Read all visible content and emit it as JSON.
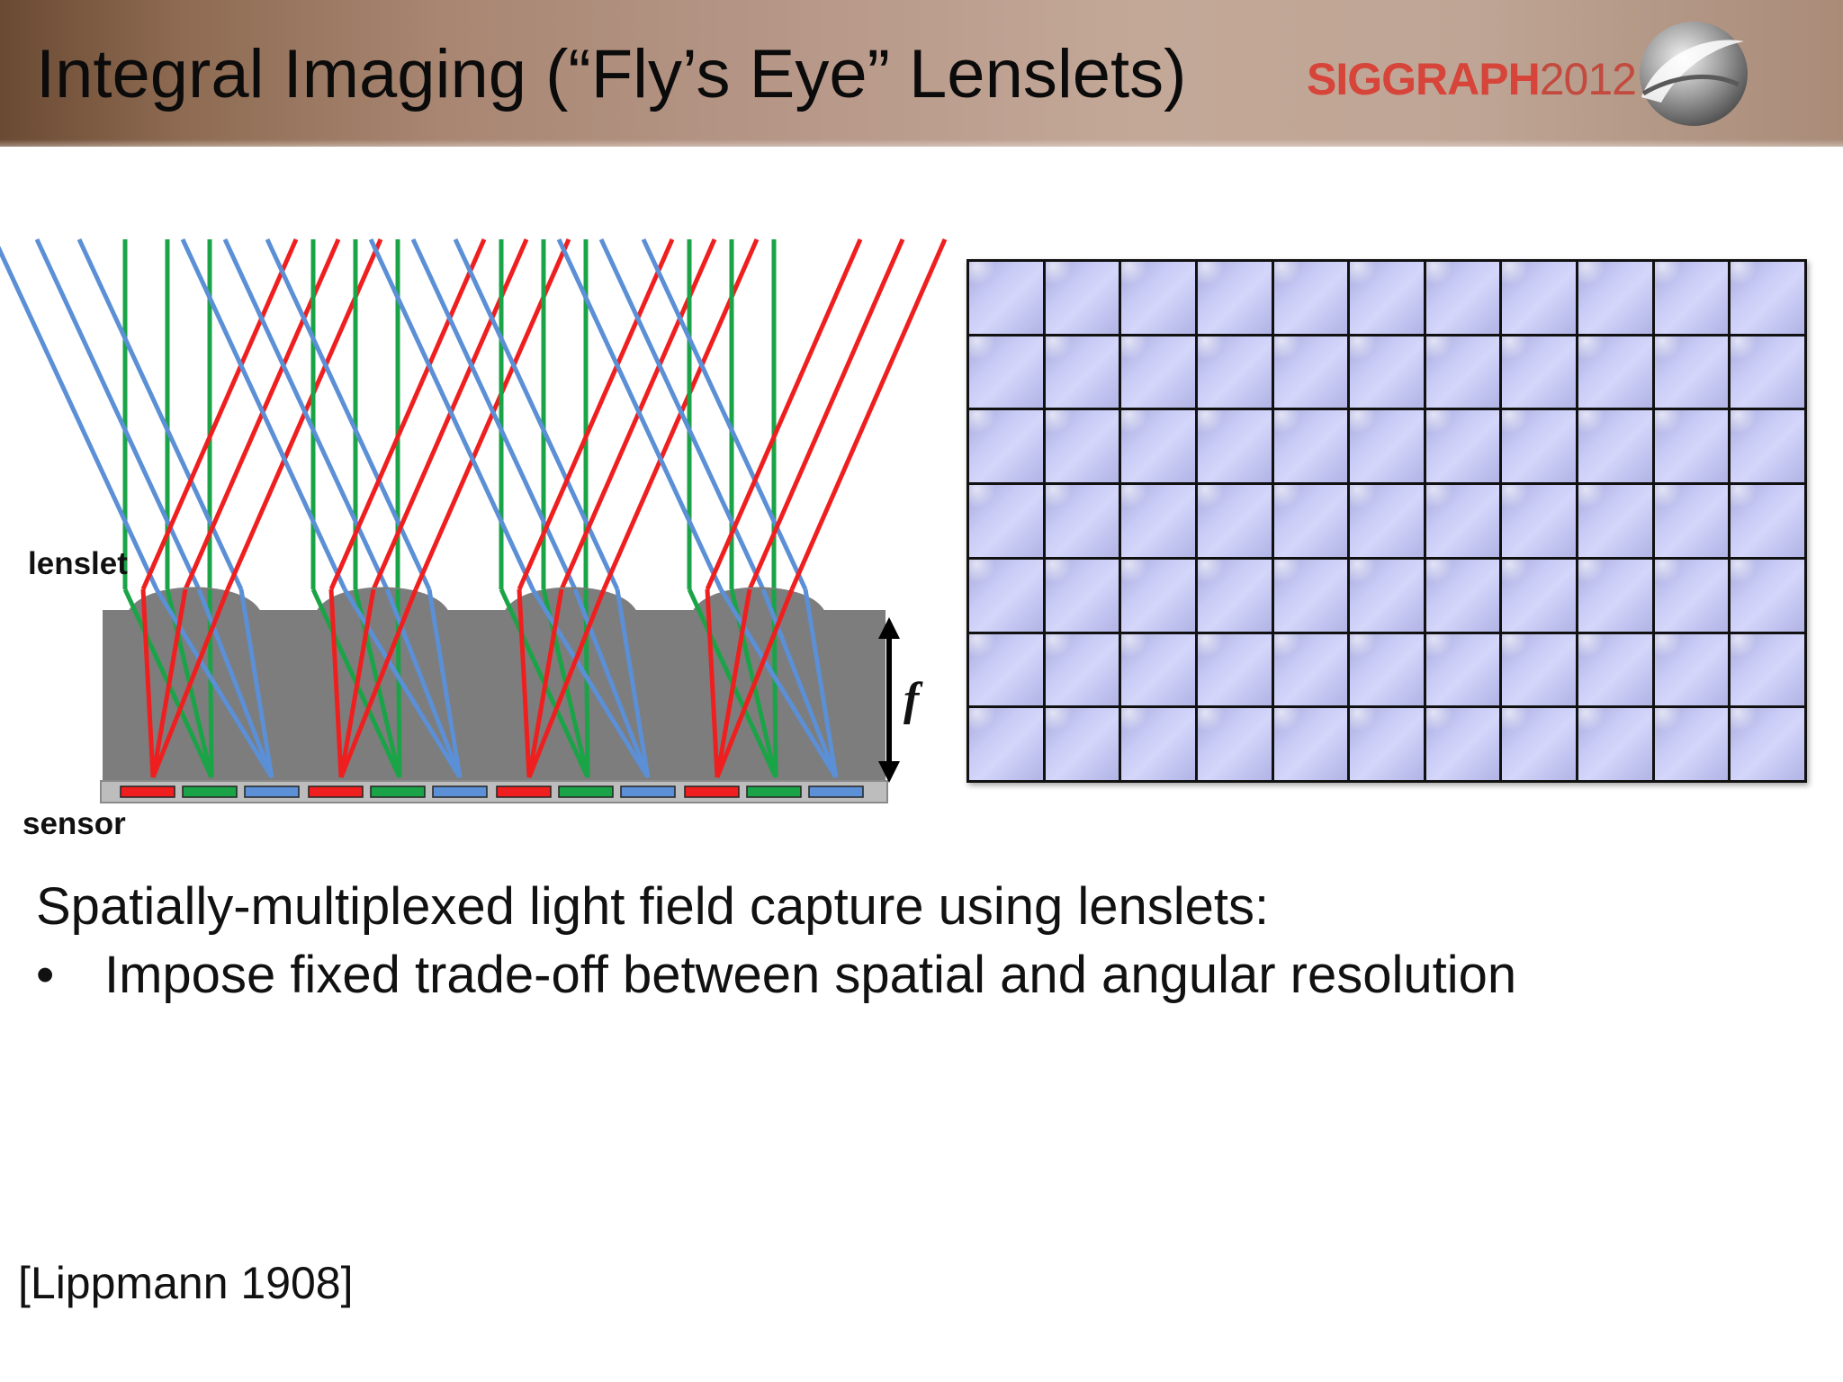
{
  "slide": {
    "title": "Integral Imaging (“Fly’s Eye” Lenslets)",
    "brand": {
      "name": "SIGGRAPH",
      "year": "2012",
      "logo_icon": "siggraph-swirl-logo",
      "name_color": "#d6443a"
    },
    "header_colors": [
      "#6b4a33",
      "#b8998a",
      "#a98b78"
    ]
  },
  "diagram": {
    "labels": {
      "lenslet": "lenslet",
      "sensor": "sensor",
      "focal_length": "f"
    },
    "lenslet_count": 4,
    "sensor_pixels_per_lenslet": [
      "red",
      "green",
      "blue"
    ],
    "ray_colors": {
      "red": "#ef1f1f",
      "green": "#1aa447",
      "blue": "#5b8fd6"
    },
    "body_color": "#7d7d7d"
  },
  "image_grid": {
    "rows": 7,
    "columns": 11,
    "tile_tint": "#c8cbf5"
  },
  "content": {
    "line1": "Spatially-multiplexed light field capture using lenslets:",
    "bullet_symbol": "•",
    "bullet1": "Impose fixed trade-off between spatial and angular resolution"
  },
  "citation": "[Lippmann 1908]"
}
